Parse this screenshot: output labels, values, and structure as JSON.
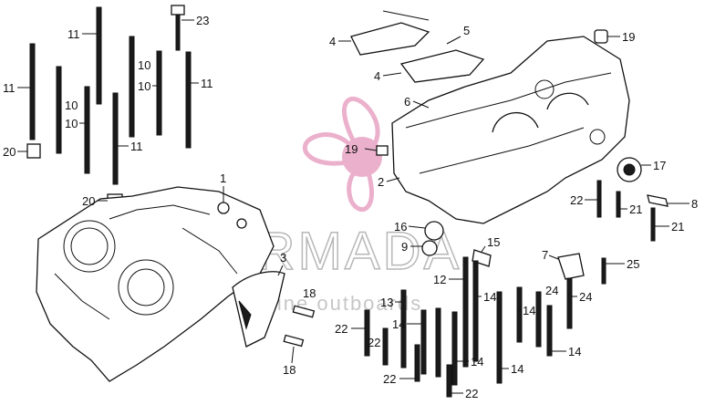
{
  "watermark": {
    "brand": "ARMADA",
    "tagline": "marine outboards",
    "colors": {
      "logo": "#e8a3c4",
      "text": "#9a9a9a"
    }
  },
  "callouts": [
    {
      "id": "c23",
      "num": "23"
    },
    {
      "id": "c11a",
      "num": "11"
    },
    {
      "id": "c11b",
      "num": "11"
    },
    {
      "id": "c10a",
      "num": "10"
    },
    {
      "id": "c10b",
      "num": "10"
    },
    {
      "id": "c11c",
      "num": "11"
    },
    {
      "id": "c10c",
      "num": "10"
    },
    {
      "id": "c10d",
      "num": "10"
    },
    {
      "id": "c11d",
      "num": "11"
    },
    {
      "id": "c20a",
      "num": "20"
    },
    {
      "id": "c20b",
      "num": "20"
    },
    {
      "id": "c1",
      "num": "1"
    },
    {
      "id": "c3",
      "num": "3"
    },
    {
      "id": "c18a",
      "num": "18"
    },
    {
      "id": "c18b",
      "num": "18"
    },
    {
      "id": "c4a",
      "num": "4"
    },
    {
      "id": "c5",
      "num": "5"
    },
    {
      "id": "c4b",
      "num": "4"
    },
    {
      "id": "c6",
      "num": "6"
    },
    {
      "id": "c19a",
      "num": "19"
    },
    {
      "id": "c19b",
      "num": "19"
    },
    {
      "id": "c2",
      "num": "2"
    },
    {
      "id": "c17",
      "num": "17"
    },
    {
      "id": "c22a",
      "num": "22"
    },
    {
      "id": "c21a",
      "num": "21"
    },
    {
      "id": "c8",
      "num": "8"
    },
    {
      "id": "c21b",
      "num": "21"
    },
    {
      "id": "c16",
      "num": "16"
    },
    {
      "id": "c9",
      "num": "9"
    },
    {
      "id": "c15",
      "num": "15"
    },
    {
      "id": "c7",
      "num": "7"
    },
    {
      "id": "c25",
      "num": "25"
    },
    {
      "id": "c12",
      "num": "12"
    },
    {
      "id": "c13",
      "num": "13"
    },
    {
      "id": "c14a",
      "num": "14"
    },
    {
      "id": "c24a",
      "num": "24"
    },
    {
      "id": "c24b",
      "num": "24"
    },
    {
      "id": "c14b",
      "num": "14"
    },
    {
      "id": "c22b",
      "num": "22"
    },
    {
      "id": "c14c",
      "num": "14"
    },
    {
      "id": "c22c",
      "num": "22"
    },
    {
      "id": "c14d",
      "num": "14"
    },
    {
      "id": "c14e",
      "num": "14"
    },
    {
      "id": "c22d",
      "num": "22"
    },
    {
      "id": "c14f",
      "num": "14"
    },
    {
      "id": "c22e",
      "num": "22"
    }
  ]
}
